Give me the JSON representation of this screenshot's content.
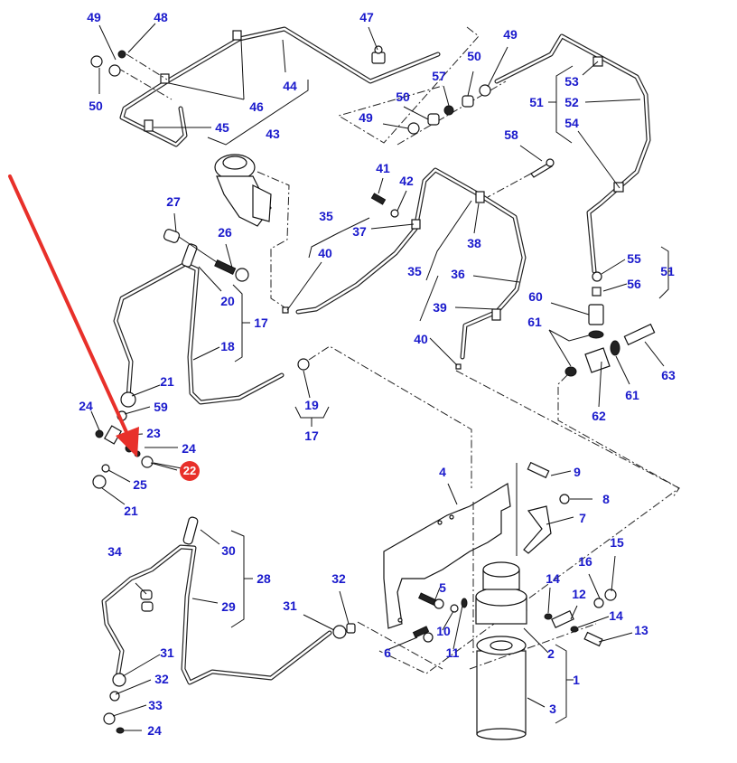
{
  "diagram": {
    "title": "Fuel system parts diagram (fuel lines, lift pump, fuel filter assembly)",
    "label_color": "#1a1acc",
    "highlight_color": "#e8302a",
    "highlighted_part": "22",
    "labels": [
      {
        "id": "49a",
        "text": "49"
      },
      {
        "id": "48",
        "text": "48"
      },
      {
        "id": "50a",
        "text": "50"
      },
      {
        "id": "46",
        "text": "46"
      },
      {
        "id": "45",
        "text": "45"
      },
      {
        "id": "44",
        "text": "44"
      },
      {
        "id": "43",
        "text": "43"
      },
      {
        "id": "47",
        "text": "47"
      },
      {
        "id": "49b",
        "text": "49"
      },
      {
        "id": "50b",
        "text": "50"
      },
      {
        "id": "57",
        "text": "57"
      },
      {
        "id": "50c",
        "text": "50"
      },
      {
        "id": "49c",
        "text": "49"
      },
      {
        "id": "53",
        "text": "53"
      },
      {
        "id": "52",
        "text": "52"
      },
      {
        "id": "51a",
        "text": "51"
      },
      {
        "id": "54",
        "text": "54"
      },
      {
        "id": "58",
        "text": "58"
      },
      {
        "id": "41",
        "text": "41"
      },
      {
        "id": "42",
        "text": "42"
      },
      {
        "id": "35a",
        "text": "35"
      },
      {
        "id": "37",
        "text": "37"
      },
      {
        "id": "38",
        "text": "38"
      },
      {
        "id": "40a",
        "text": "40"
      },
      {
        "id": "35b",
        "text": "35"
      },
      {
        "id": "36",
        "text": "36"
      },
      {
        "id": "39",
        "text": "39"
      },
      {
        "id": "40b",
        "text": "40"
      },
      {
        "id": "27",
        "text": "27"
      },
      {
        "id": "26",
        "text": "26"
      },
      {
        "id": "20",
        "text": "20"
      },
      {
        "id": "17a",
        "text": "17"
      },
      {
        "id": "18",
        "text": "18"
      },
      {
        "id": "55",
        "text": "55"
      },
      {
        "id": "56",
        "text": "56"
      },
      {
        "id": "51b",
        "text": "51"
      },
      {
        "id": "60",
        "text": "60"
      },
      {
        "id": "61a",
        "text": "61"
      },
      {
        "id": "63",
        "text": "63"
      },
      {
        "id": "61b",
        "text": "61"
      },
      {
        "id": "62",
        "text": "62"
      },
      {
        "id": "21a",
        "text": "21"
      },
      {
        "id": "24a",
        "text": "24"
      },
      {
        "id": "59",
        "text": "59"
      },
      {
        "id": "23",
        "text": "23"
      },
      {
        "id": "24b",
        "text": "24"
      },
      {
        "id": "25",
        "text": "25"
      },
      {
        "id": "21b",
        "text": "21"
      },
      {
        "id": "19",
        "text": "19"
      },
      {
        "id": "17b",
        "text": "17"
      },
      {
        "id": "4",
        "text": "4"
      },
      {
        "id": "9",
        "text": "9"
      },
      {
        "id": "8",
        "text": "8"
      },
      {
        "id": "7",
        "text": "7"
      },
      {
        "id": "15",
        "text": "15"
      },
      {
        "id": "16",
        "text": "16"
      },
      {
        "id": "14a",
        "text": "14"
      },
      {
        "id": "12",
        "text": "12"
      },
      {
        "id": "14b",
        "text": "14"
      },
      {
        "id": "13",
        "text": "13"
      },
      {
        "id": "5",
        "text": "5"
      },
      {
        "id": "10",
        "text": "10"
      },
      {
        "id": "11",
        "text": "11"
      },
      {
        "id": "6",
        "text": "6"
      },
      {
        "id": "2",
        "text": "2"
      },
      {
        "id": "1",
        "text": "1"
      },
      {
        "id": "3",
        "text": "3"
      },
      {
        "id": "34",
        "text": "34"
      },
      {
        "id": "30",
        "text": "30"
      },
      {
        "id": "28",
        "text": "28"
      },
      {
        "id": "29",
        "text": "29"
      },
      {
        "id": "32a",
        "text": "32"
      },
      {
        "id": "31a",
        "text": "31"
      },
      {
        "id": "31b",
        "text": "31"
      },
      {
        "id": "32b",
        "text": "32"
      },
      {
        "id": "33",
        "text": "33"
      },
      {
        "id": "24c",
        "text": "24"
      }
    ],
    "badge": {
      "text": "22"
    }
  }
}
